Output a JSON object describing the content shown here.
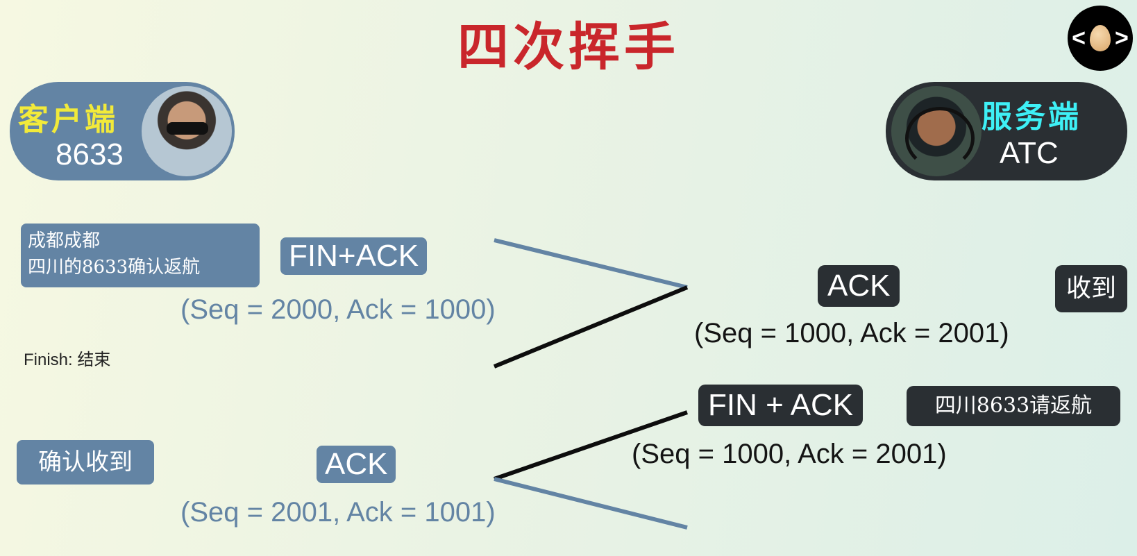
{
  "title": "四次挥手",
  "logo": {
    "left": "<",
    "right": ">",
    "icon": "egg-icon"
  },
  "client": {
    "role": "客户端",
    "id": "8633"
  },
  "server": {
    "role": "服务端",
    "id": "ATC"
  },
  "client_notes": {
    "message_line1": "成都成都",
    "message_line2": "四川的8633确认返航",
    "confirm": "确认收到",
    "finish_note": "Finish: 结束"
  },
  "server_notes": {
    "received": "收到",
    "request": "四川8633请返航"
  },
  "steps": [
    {
      "label": "FIN+ACK",
      "seq": "(Seq = 2000, Ack = 1000)"
    },
    {
      "label": "ACK",
      "seq": "(Seq = 1000, Ack = 2001)"
    },
    {
      "label": "FIN + ACK",
      "seq": "(Seq = 1000, Ack = 2001)"
    },
    {
      "label": "ACK",
      "seq": "(Seq = 2001, Ack = 1001)"
    }
  ],
  "colors": {
    "title": "#c9262b",
    "client": "#6384a4",
    "server": "#2a2f33",
    "client_role": "#f2ea3a",
    "server_role": "#3ef0f6"
  }
}
